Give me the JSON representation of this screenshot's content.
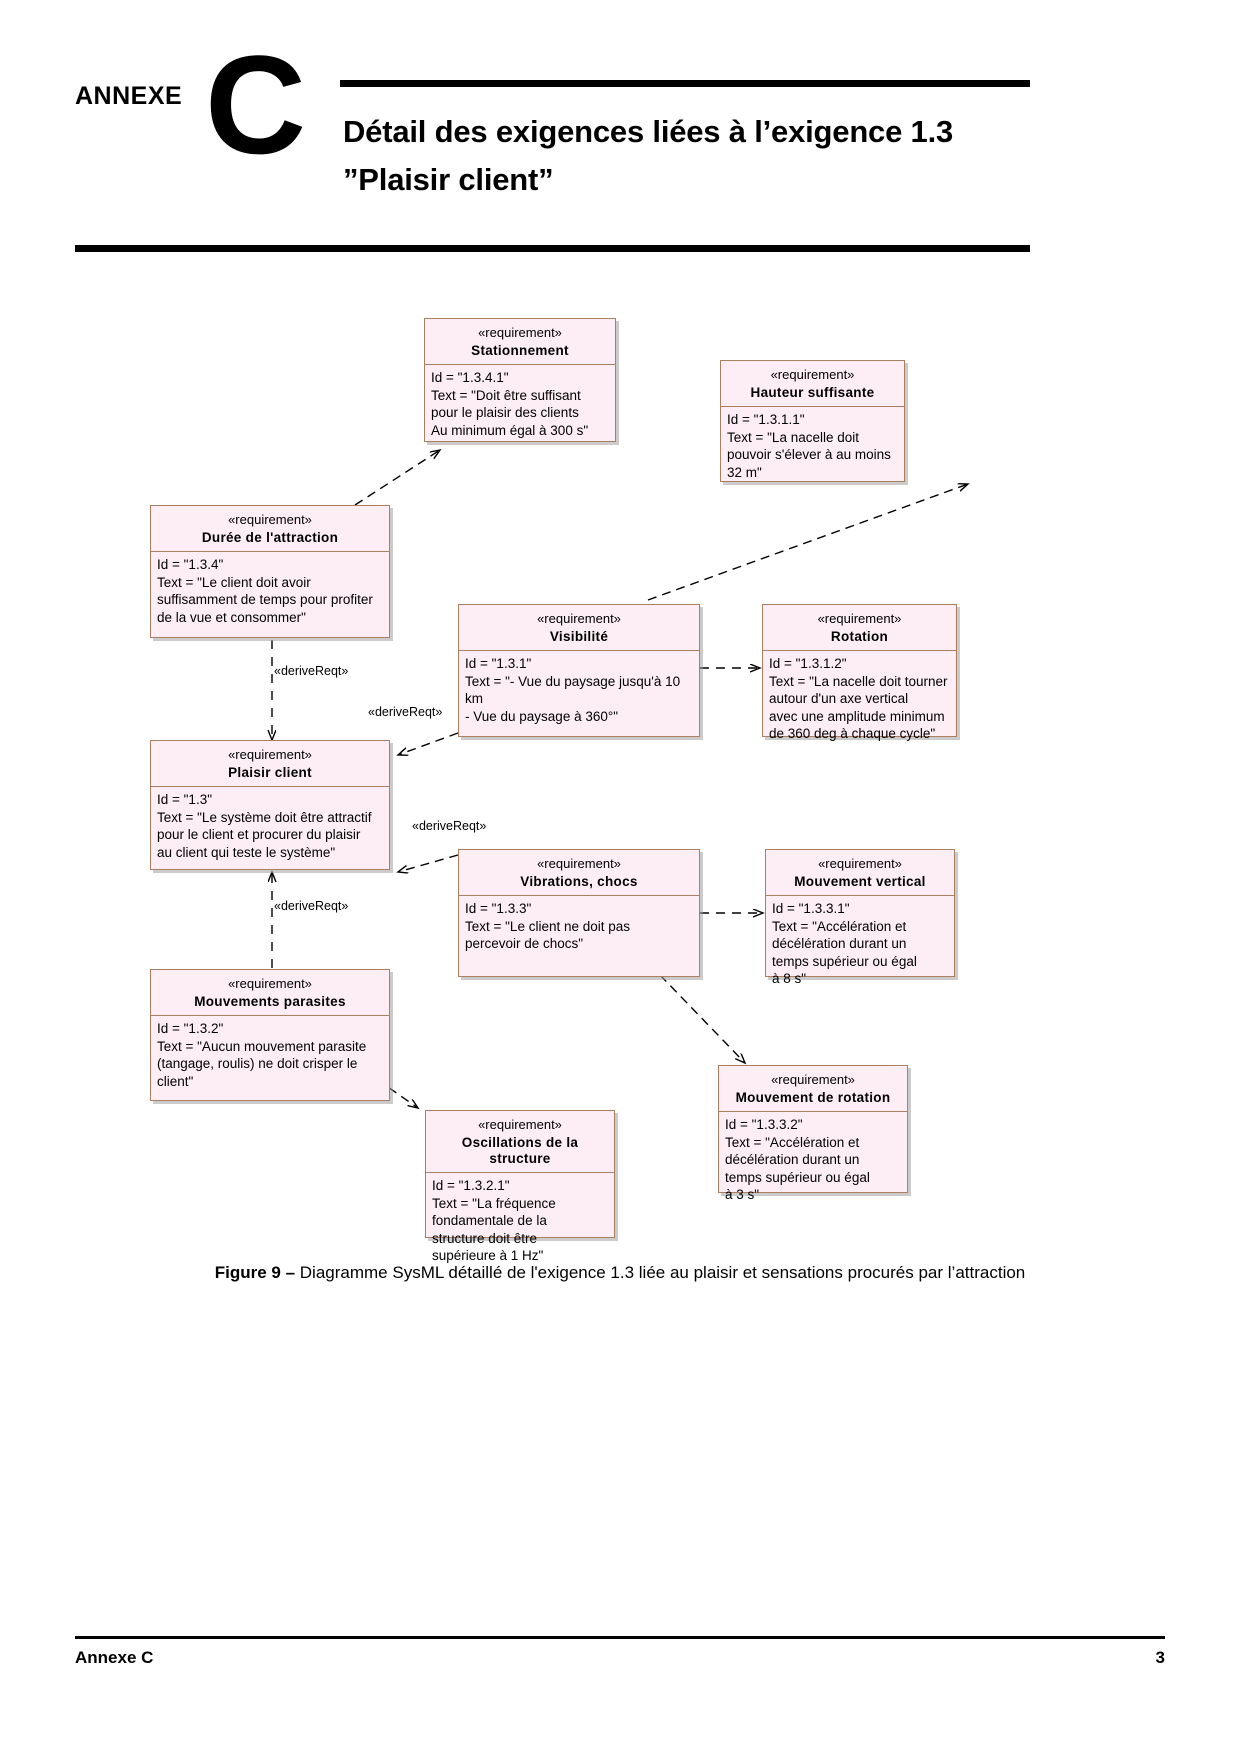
{
  "header": {
    "annex_word": "ANNEXE",
    "annex_letter": "C",
    "title": "Détail des exigences liées à l’exigence 1.3 ”Plaisir client”"
  },
  "diagram": {
    "stereotype": "«requirement»",
    "nodes": [
      {
        "key": "stationnement",
        "name": "Stationnement",
        "body": "Id = \"1.3.4.1\"\nText = \"Doit être suffisant\npour le plaisir des clients\nAu minimum égal à 300 s\""
      },
      {
        "key": "hauteur",
        "name": "Hauteur suffisante",
        "body": "Id = \"1.3.1.1\"\nText = \"La nacelle doit\npouvoir s'élever à au moins\n32 m\""
      },
      {
        "key": "duree",
        "name": "Durée de l'attraction",
        "body": "Id = \"1.3.4\"\nText = \"Le client doit avoir\nsuffisamment de temps pour profiter\nde la vue et consommer\""
      },
      {
        "key": "visibilite",
        "name": "Visibilité",
        "body": "Id = \"1.3.1\"\nText = \"- Vue du paysage jusqu'à 10\nkm\n- Vue du paysage à 360°\""
      },
      {
        "key": "rotation",
        "name": "Rotation",
        "body": "Id = \"1.3.1.2\"\nText = \"La nacelle doit tourner\nautour d'un axe vertical\navec une amplitude minimum\nde 360 deg à chaque cycle\""
      },
      {
        "key": "plaisir",
        "name": "Plaisir client",
        "body": "Id = \"1.3\"\nText = \"Le système doit être attractif\npour le client et procurer du plaisir\nau client qui teste le système\""
      },
      {
        "key": "vibrations",
        "name": "Vibrations, chocs",
        "body": "Id = \"1.3.3\"\nText = \"Le client ne doit pas\npercevoir de chocs\""
      },
      {
        "key": "mvt_vertical",
        "name": "Mouvement vertical",
        "body": "Id = \"1.3.3.1\"\nText = \"Accélération et\ndécélération durant un\ntemps supérieur ou égal\nà 8 s\""
      },
      {
        "key": "parasites",
        "name": "Mouvements parasites",
        "body": "Id = \"1.3.2\"\nText = \"Aucun mouvement parasite\n(tangage, roulis) ne doit crisper le\nclient\""
      },
      {
        "key": "mvt_rotation",
        "name": "Mouvement de rotation",
        "body": "Id = \"1.3.3.2\"\nText = \"Accélération et\ndécélération durant un\ntemps supérieur ou égal\nà 3 s\""
      },
      {
        "key": "oscillations",
        "name": "Oscillations de la structure",
        "body": "Id = \"1.3.2.1\"\nText = \"La fréquence\nfondamentale de la\nstructure doit être\nsupérieure à 1 Hz\""
      }
    ],
    "edge_labels": {
      "duree_to_plaisir": "«deriveReqt»",
      "visibilite_to_plaisir": "«deriveReqt»",
      "vibrations_to_plaisir": "«deriveReqt»",
      "parasites_to_plaisir": "«deriveReqt»"
    }
  },
  "caption": {
    "label": "Figure 9 –",
    "text": " Diagramme SysML détaillé de l'exigence 1.3 liée au plaisir et sensations procurés par l’attraction"
  },
  "footer": {
    "left": "Annexe C",
    "page": "3"
  }
}
